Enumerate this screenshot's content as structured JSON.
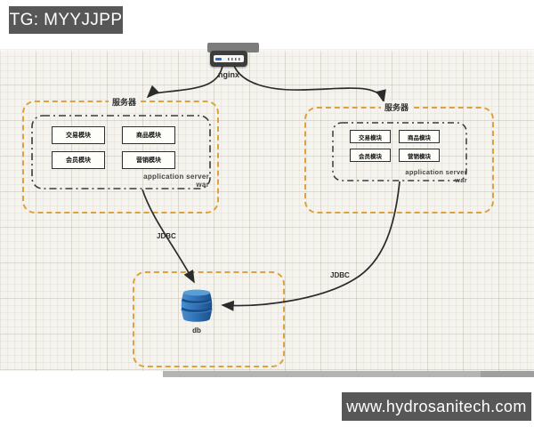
{
  "watermark_top": {
    "text": "TG: MYYJJPP"
  },
  "watermark_bottom": {
    "text": "www.hydrosanitech.com"
  },
  "diagram": {
    "gateway": {
      "label": "nginx"
    },
    "servers": [
      {
        "title": "服务器",
        "war_label": "application server war",
        "modules": [
          "交易模块",
          "商品模块",
          "会员模块",
          "营销模块"
        ]
      },
      {
        "title": "服务器",
        "war_label": "application server war",
        "modules": [
          "交易模块",
          "商品模块",
          "会员模块",
          "营销模块"
        ]
      }
    ],
    "connections": {
      "left_jdbc": "JDBC",
      "right_jdbc": "JDBC"
    },
    "database": {
      "label": "db"
    },
    "colors": {
      "outer_box_dash": "#dda23d",
      "inner_box_dash": "#3a3a3a",
      "arrow": "#2b2b2b",
      "db_blue": "#2f72b8",
      "banner_bg": "#575757",
      "canvas_bg": "#f5f3ee"
    }
  }
}
